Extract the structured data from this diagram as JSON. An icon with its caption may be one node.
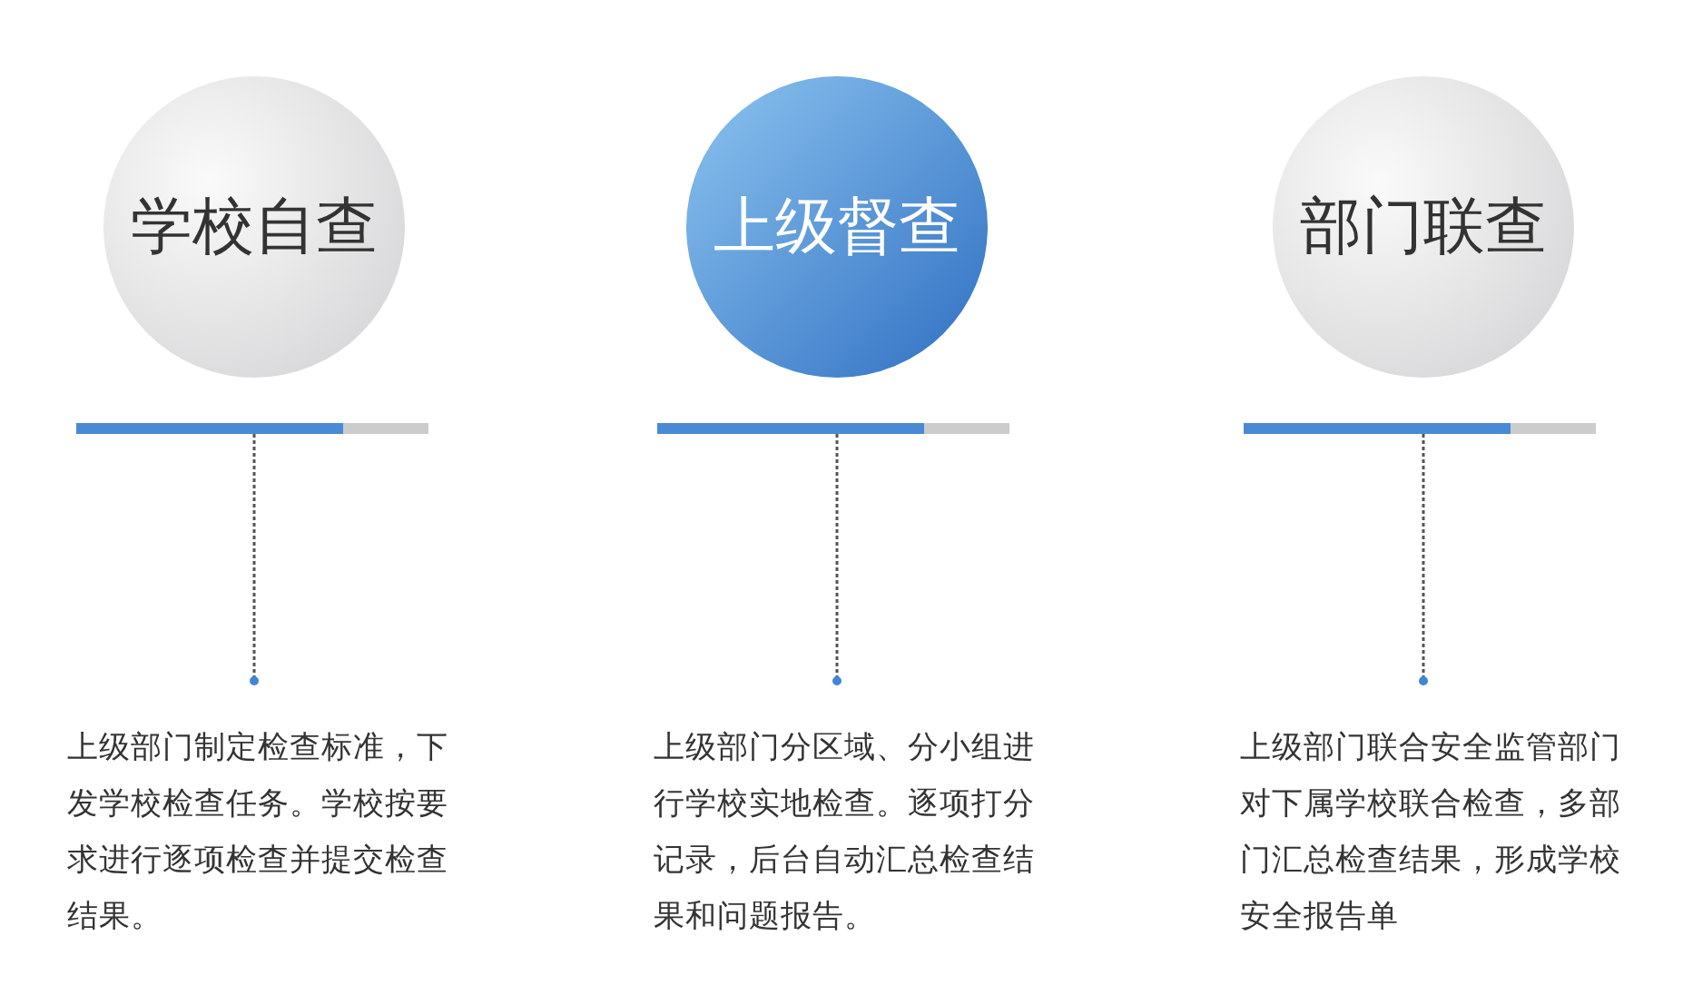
{
  "diagram": {
    "nodes": [
      {
        "text": [
          "学校自查"
        ]
      },
      {
        "text": [
          "上级督查"
        ]
      },
      {
        "text": [
          "部门联查"
        ]
      },
      {
        "text": [],
        "shape": "bar"
      },
      {
        "text": [],
        "shape": "bar"
      },
      {
        "text": [],
        "shape": "bar"
      },
      {
        "text": [
          "上级部门制定检查标准，下发学校检查任务。学校按要求进行逐项检查并提交检查结果。"
        ]
      },
      {
        "text": [
          "上级部门分区域、分小组进行学校实地检查。逐项打分记录，后台自动汇总检查结果和问题报告。"
        ]
      },
      {
        "text": [
          "上级部门联合安全监管部门对下属学校联合检查，多部门汇总检查结果，形成学校安全报告单"
        ]
      }
    ],
    "edges": [
      {
        "from": 3,
        "to": 6,
        "arrow": "other",
        "style": "dashed"
      },
      {
        "from": 4,
        "to": 7,
        "arrow": "other",
        "style": "dashed"
      },
      {
        "from": 5,
        "to": 8,
        "arrow": "other",
        "style": "dashed"
      }
    ]
  }
}
